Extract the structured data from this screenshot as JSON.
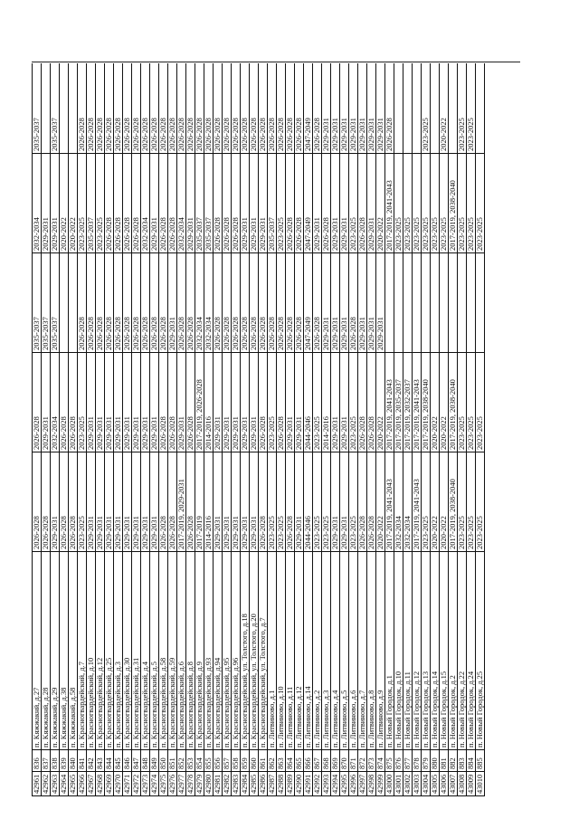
{
  "table": {
    "rows": [
      [
        "42961",
        "836",
        "п. Кяжжакнй, д.27",
        "2026-2028",
        "2026-2028",
        "2035-2037",
        "2032-2034",
        "2035-2037"
      ],
      [
        "42962",
        "837",
        "п. Кяжжакнй, д.28",
        "2026-2028",
        "2029-2031",
        "2035-2037",
        "2029-2031",
        ""
      ],
      [
        "42963",
        "838",
        "п. Кяжжакнй, д.29",
        "2029-2031",
        "2032-2034",
        "2035-2037",
        "2029-2031",
        "2035-2037"
      ],
      [
        "42964",
        "839",
        "п. Кяжжакнй, д.38",
        "2026-2028",
        "2026-2028",
        "",
        "2020-2022",
        ""
      ],
      [
        "42965",
        "840",
        "п. Кяжжакнй, д.58",
        "2026-2028",
        "2026-2028",
        "",
        "2020-2022",
        ""
      ],
      [
        "42966",
        "841",
        "п. Красногвардейский, д.7",
        "2023-2025",
        "2023-2025",
        "2026-2028",
        "2023-2025",
        "2026-2028"
      ],
      [
        "42967",
        "842",
        "п. Красногвардейский, д.10",
        "2029-2031",
        "2029-2031",
        "2026-2028",
        "2035-2037",
        "2026-2028"
      ],
      [
        "42968",
        "843",
        "п. Красногвардейский, д.12",
        "2029-2031",
        "2029-2031",
        "2026-2028",
        "2023-2025",
        "2026-2028"
      ],
      [
        "42969",
        "844",
        "п. Красногвардейский, д.25",
        "2029-2031",
        "2029-2031",
        "2026-2028",
        "2026-2028",
        "2026-2028"
      ],
      [
        "42970",
        "845",
        "п. Красногвардейский, д.3",
        "2029-2031",
        "2029-2031",
        "2026-2028",
        "2026-2028",
        "2026-2028"
      ],
      [
        "42971",
        "846",
        "п. Красногвардейский, д.30",
        "2029-2031",
        "2029-2031",
        "2026-2028",
        "2026-2028",
        "2026-2028"
      ],
      [
        "42972",
        "847",
        "п. Красногвардейский, д.31",
        "2029-2031",
        "2029-2031",
        "2026-2028",
        "2026-2028",
        "2026-2028"
      ],
      [
        "42973",
        "848",
        "п. Красногвардейский, д.4",
        "2029-2031",
        "2029-2031",
        "2026-2028",
        "2032-2034",
        "2026-2028"
      ],
      [
        "42974",
        "849",
        "п. Красногвардейский, д.5",
        "2029-2031",
        "2029-2031",
        "2026-2028",
        "2029-2031",
        "2026-2028"
      ],
      [
        "42975",
        "850",
        "п. Красногвардейский, д.58",
        "2026-2028",
        "2026-2028",
        "2026-2028",
        "2026-2028",
        "2026-2028"
      ],
      [
        "42976",
        "851",
        "п. Красногвардейский, д.59",
        "2026-2028",
        "2026-2028",
        "2029-2031",
        "2026-2028",
        "2026-2028"
      ],
      [
        "42977",
        "852",
        "п. Красногвардейский, д.6",
        "2017-2019, 2029-2031",
        "2029-2031",
        "2026-2028",
        "2032-2034",
        "2026-2028"
      ],
      [
        "42978",
        "853",
        "п. Красногвардейский, д.8",
        "2026-2028",
        "2026-2028",
        "2026-2028",
        "2029-2031",
        "2026-2028"
      ],
      [
        "42979",
        "854",
        "п. Красногвардейский, д.9",
        "2017-2019",
        "2017-2019, 2026-2028",
        "2032-2034",
        "2035-2037",
        "2026-2028"
      ],
      [
        "42980",
        "855",
        "п. Красногвардейский, д.93",
        "2014-2016",
        "2014-2016",
        "2032-2034",
        "2035-2037",
        "2026-2028"
      ],
      [
        "42981",
        "856",
        "п. Красногвардейский, д.94",
        "2029-2031",
        "2029-2031",
        "2026-2028",
        "2026-2028",
        "2026-2028"
      ],
      [
        "42982",
        "857",
        "п. Красногвардейский, д.95",
        "2029-2031",
        "2029-2031",
        "2026-2028",
        "2026-2028",
        "2026-2028"
      ],
      [
        "42983",
        "858",
        "п. Красногвардейский, д.96",
        "2029-2031",
        "2029-2031",
        "2026-2028",
        "2026-2028",
        "2026-2028"
      ],
      [
        "42984",
        "859",
        "п. Красногвардейский, ул. Толстого, д.18",
        "2029-2031",
        "2029-2031",
        "2026-2028",
        "2029-2031",
        "2026-2028"
      ],
      [
        "42985",
        "860",
        "п. Красногвардейский, ул. Толстого, д.20",
        "2029-2031",
        "2029-2031",
        "2026-2028",
        "2029-2031",
        "2026-2028"
      ],
      [
        "42986",
        "861",
        "п. Красногвардейский, ул. Толстого, д.7",
        "2026-2028",
        "2026-2028",
        "2026-2028",
        "2029-2031",
        "2026-2028"
      ],
      [
        "42987",
        "862",
        "п. Литвиново, д.1",
        "2023-2025",
        "2023-2025",
        "2026-2028",
        "2035-2037",
        "2026-2028"
      ],
      [
        "42988",
        "863",
        "п. Литвиново, д.10",
        "2023-2025",
        "2026-2028",
        "2026-2028",
        "2023-2025",
        "2026-2028"
      ],
      [
        "42989",
        "864",
        "п. Литвиново, д.11",
        "2026-2028",
        "2029-2031",
        "2026-2028",
        "2026-2028",
        "2026-2028"
      ],
      [
        "42990",
        "865",
        "п. Литвиново, д.12",
        "2029-2031",
        "2029-2031",
        "2026-2028",
        "2026-2028",
        "2026-2028"
      ],
      [
        "42991",
        "866",
        "п. Литвиново, д.14",
        "2044-2046",
        "2044-2046",
        "2047-2049",
        "2047-2049",
        "2047-2049"
      ],
      [
        "42992",
        "867",
        "п. Литвиново, д.2",
        "2023-2025",
        "2023-2025",
        "2026-2028",
        "2029-2031",
        "2026-2028"
      ],
      [
        "42993",
        "868",
        "п. Литвиново, д.3",
        "2023-2025",
        "2014-2016",
        "2029-2031",
        "2026-2028",
        "2029-2031"
      ],
      [
        "42994",
        "869",
        "п. Литвиново, д.4",
        "2029-2031",
        "2029-2031",
        "2029-2031",
        "2029-2031",
        "2029-2031"
      ],
      [
        "42995",
        "870",
        "п. Литвиново, д.5",
        "2029-2031",
        "2029-2031",
        "2029-2031",
        "2029-2031",
        "2029-2031"
      ],
      [
        "42996",
        "871",
        "п. Литвиново, д.6",
        "2023-2025",
        "2023-2025",
        "2026-2028",
        "2023-2025",
        "2029-2031"
      ],
      [
        "42997",
        "872",
        "п. Литвиново, д.7",
        "2026-2028",
        "2026-2028",
        "2029-2031",
        "2026-2028",
        "2029-2031"
      ],
      [
        "42998",
        "873",
        "п. Литвиново, д.8",
        "2026-2028",
        "2026-2028",
        "2029-2031",
        "2029-2031",
        "2029-2031"
      ],
      [
        "42999",
        "874",
        "п. Литвиново, д.9",
        "2020-2022",
        "2020-2022",
        "2029-2031",
        "2020-2022",
        "2029-2031"
      ],
      [
        "43000",
        "875",
        "п. Новый Городок, д.1",
        "2017-2019, 2041-2043",
        "2017-2019, 2041-2043",
        "",
        "2017-2019, 2041-2043",
        "2026-2028"
      ],
      [
        "43001",
        "876",
        "п. Новый Городок, д.10",
        "2032-2034",
        "2017-2019, 2035-2037",
        "",
        "2023-2025",
        ""
      ],
      [
        "43002",
        "877",
        "п. Новый Городок, д.11",
        "2032-2034",
        "2017-2019, 2032-2037",
        "",
        "2023-2025",
        ""
      ],
      [
        "43003",
        "878",
        "п. Новый Городок, д.12",
        "2017-2019, 2041-2043",
        "2017-2019, 2041-2043",
        "",
        "2023-2025",
        ""
      ],
      [
        "43004",
        "879",
        "п. Новый Городок, д.13",
        "2023-2025",
        "2017-2019, 2038-2040",
        "",
        "2023-2025",
        "2023-2025"
      ],
      [
        "43005",
        "880",
        "п. Новый Городок, д.14",
        "2020-2022",
        "2020-2022",
        "",
        "2023-2025",
        ""
      ],
      [
        "43006",
        "881",
        "п. Новый Городок, д.15",
        "2020-2022",
        "2020-2022",
        "",
        "2023-2025",
        "2020-2022"
      ],
      [
        "43007",
        "882",
        "п. Новый Городок, д.2",
        "2017-2019, 2038-2040",
        "2017-2019, 2038-2040",
        "",
        "2017-2019, 2038-2040",
        ""
      ],
      [
        "43008",
        "883",
        "п. Новый Городок, д.22",
        "2023-2025",
        "2023-2025",
        "",
        "2023-2025",
        "2023-2025"
      ],
      [
        "43009",
        "884",
        "п. Новый Городок, д.24",
        "2023-2025",
        "2023-2025",
        "",
        "2023-2025",
        "2023-2025"
      ],
      [
        "43010",
        "885",
        "п. Новый Городок, д.25",
        "2023-2025",
        "2023-2025",
        "",
        "2023-2025",
        ""
      ]
    ]
  }
}
